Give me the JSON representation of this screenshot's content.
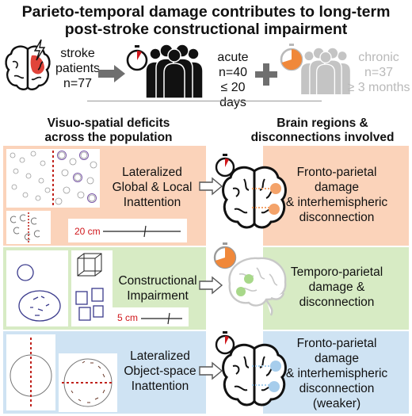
{
  "title": {
    "line1": "Parieto-temporal damage contributes to long-term",
    "line2": "post-stroke constructional impairment"
  },
  "top": {
    "patients": {
      "l1": "stroke",
      "l2": "patients",
      "l3": "n=77"
    },
    "acute": {
      "l1": "acute",
      "l2": "n=40",
      "l3": "≤ 20 days"
    },
    "chronic": {
      "l1": "chronic",
      "l2": "n=37",
      "l3": "≥ 3 months"
    }
  },
  "headings": {
    "left": {
      "l1": "Visuo-spatial deficits",
      "l2": "across the population"
    },
    "right": {
      "l1": "Brain regions &",
      "l2": "disconnections involved"
    }
  },
  "rows": [
    {
      "deficit": [
        "Lateralized",
        "Global & Local",
        "Inattention"
      ],
      "regions": [
        "Fronto-parietal",
        "damage",
        "& interhemispheric",
        "disconnection"
      ],
      "scale": "20 cm",
      "color": "#fbd3ba"
    },
    {
      "deficit": [
        "Constructional",
        "Impairment"
      ],
      "regions": [
        "Temporo-parietal",
        "damage &",
        "disconnection"
      ],
      "scale": "5 cm",
      "color": "#d7ebc4"
    },
    {
      "deficit": [
        "Lateralized",
        "Object-space",
        "Inattention"
      ],
      "regions": [
        "Fronto-parietal",
        "damage",
        "& interhemispheric",
        "disconnection",
        "(weaker)"
      ],
      "scale": "",
      "color": "#cfe3f3"
    }
  ],
  "colors": {
    "lesion_red": "#e0443a",
    "orange": "#f4a36a",
    "green": "#a8d88a",
    "blue": "#a6cdec",
    "dashed_red": "#c0221c",
    "arrow_gray": "#7a7a7a"
  },
  "icons": [
    "brain-icon",
    "lightning-icon",
    "stopwatch-icon",
    "people-icon",
    "plus-icon",
    "arrow-right-icon"
  ]
}
